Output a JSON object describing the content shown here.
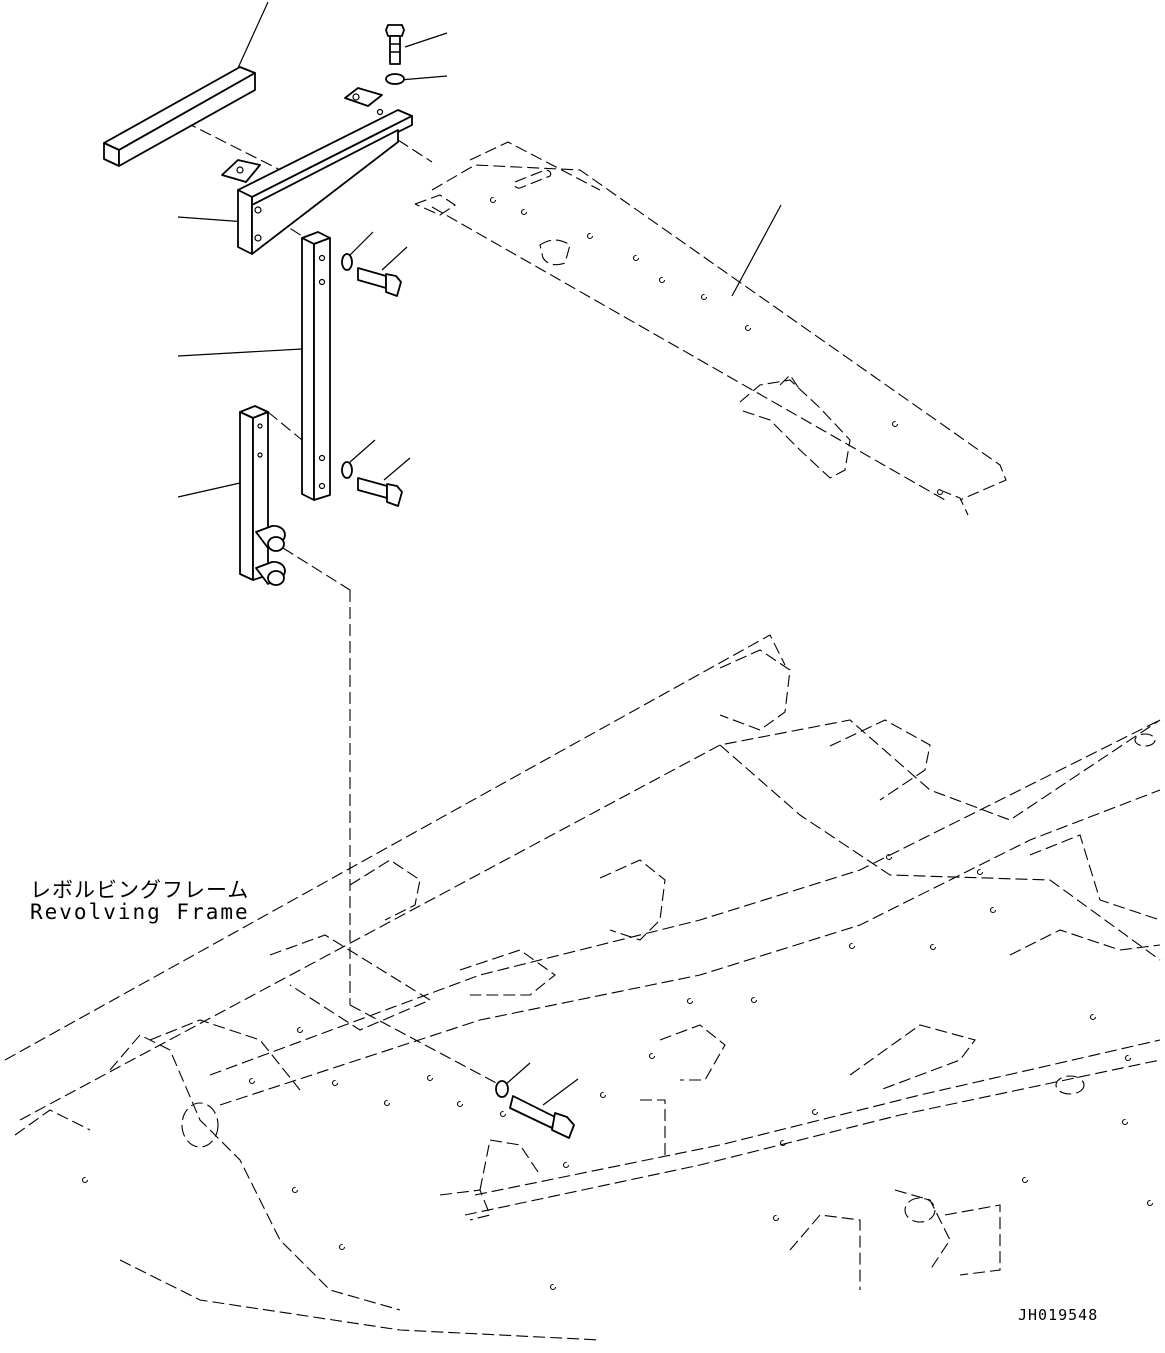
{
  "labels": {
    "revolving_frame_jp": "レボルビングフレーム",
    "revolving_frame_en": "Revolving Frame",
    "drawing_code": "JH019548"
  }
}
